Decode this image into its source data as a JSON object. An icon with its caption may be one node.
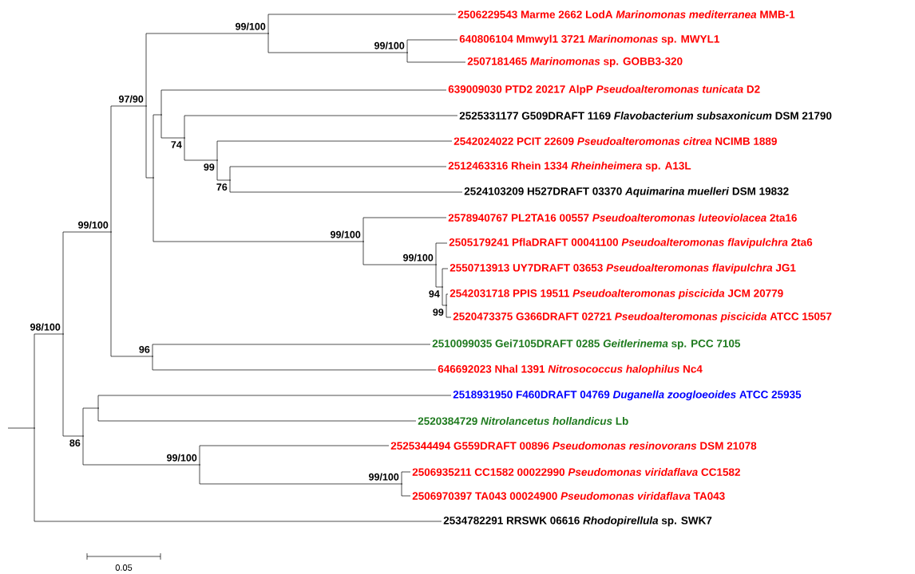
{
  "diagram": {
    "nodes": [
      {
        "text": [],
        "shape": "point"
      },
      {
        "text": [],
        "shape": "point",
        "beside": [
          "98/100"
        ]
      },
      {
        "text": [],
        "shape": "point",
        "beside": [
          "99/100"
        ]
      },
      {
        "text": [],
        "shape": "point",
        "beside": [
          "97/90"
        ]
      },
      {
        "text": [],
        "shape": "point",
        "beside": [
          "99/100"
        ]
      },
      {
        "text": [
          "2506229543 Marme 2662 LodA *Marinomonas mediterranea* MMB-1"
        ]
      },
      {
        "text": [],
        "shape": "point",
        "beside": [
          "99/100"
        ]
      },
      {
        "text": [
          "640806104 Mmwyl1 3721 *Marinomonas* sp. MWYL1"
        ]
      },
      {
        "text": [
          "2507181465 *Marinomonas* sp. GOBB3-320"
        ]
      },
      {
        "text": [],
        "shape": "point"
      },
      {
        "text": [],
        "shape": "point"
      },
      {
        "text": [
          "639009030 PTD2 20217 AlpP *Pseudoalteromonas tunicata* D2"
        ]
      },
      {
        "text": [],
        "shape": "point",
        "beside": [
          "74"
        ]
      },
      {
        "text": [
          "2525331177 G509DRAFT 1169 *Flavobacterium subsaxonicum* DSM 21790"
        ]
      },
      {
        "text": [],
        "shape": "point",
        "beside": [
          "99"
        ]
      },
      {
        "text": [
          "2542024022 PCIT 22609 *Pseudoalteromonas citrea* NCIMB 1889"
        ]
      },
      {
        "text": [],
        "shape": "point",
        "beside": [
          "76"
        ]
      },
      {
        "text": [
          "2512463316 Rhein 1334 *Rheinheimera* sp. A13L"
        ]
      },
      {
        "text": [
          "2524103209 H527DRAFT 03370 *Aquimarina muelleri* DSM 19832"
        ]
      },
      {
        "text": [],
        "shape": "point",
        "beside": [
          "99/100"
        ]
      },
      {
        "text": [
          "2578940767 PL2TA16 00557 *Pseudoalteromonas luteoviolacea* 2ta16"
        ]
      },
      {
        "text": [],
        "shape": "point",
        "beside": [
          "99/100"
        ]
      },
      {
        "text": [
          "2505179241 PflaDRAFT 00041100 *Pseudoalteromonas flavipulchra* 2ta6"
        ]
      },
      {
        "text": [],
        "shape": "point",
        "beside": [
          "94"
        ]
      },
      {
        "text": [
          "2550713913 UY7DRAFT 03653 *Pseudoalteromonas flavipulchra* JG1"
        ]
      },
      {
        "text": [],
        "shape": "point",
        "beside": [
          "99"
        ]
      },
      {
        "text": [
          "2542031718 PPIS 19511 *Pseudoalteromonas piscicida* JCM 20779"
        ]
      },
      {
        "text": [
          "2520473375 G366DRAFT 02721 *Pseudoalteromonas piscicida* ATCC 15057"
        ]
      },
      {
        "text": [],
        "shape": "point",
        "beside": [
          "96"
        ]
      },
      {
        "text": [
          "2510099035 Gei7105DRAFT 0285 *Geitlerinema* sp. PCC 7105"
        ]
      },
      {
        "text": [
          "646692023 Nhal 1391 *Nitrosococcus halophilus* Nc4"
        ]
      },
      {
        "text": [],
        "shape": "point",
        "beside": [
          "86"
        ]
      },
      {
        "text": [],
        "shape": "point"
      },
      {
        "text": [
          "2518931950 F460DRAFT 04769 *Duganella zoogloeoides* ATCC 25935"
        ]
      },
      {
        "text": [
          "2520384729 *Nitrolancetus hollandicus* Lb"
        ]
      },
      {
        "text": [],
        "shape": "point",
        "beside": [
          "99/100"
        ]
      },
      {
        "text": [
          "2525344494 G559DRAFT 00896 *Pseudomonas resinovorans* DSM 21078"
        ]
      },
      {
        "text": [],
        "shape": "point",
        "beside": [
          "99/100"
        ]
      },
      {
        "text": [
          "2506935211 CC1582 00022990 *Pseudomonas viridaflava* CC1582"
        ]
      },
      {
        "text": [
          "2506970397 TA043 00024900 *Pseudomonas viridaflava* TA043"
        ]
      },
      {
        "text": [
          "2534782291 RRSWK 06616 *Rhodopirellula* sp. SWK7"
        ]
      }
    ],
    "edges": [
      {
        "from": null,
        "to": 0,
        "arrow": "none"
      },
      {
        "from": 0,
        "to": 1,
        "arrow": "none"
      },
      {
        "from": 0,
        "to": 40,
        "arrow": "none"
      },
      {
        "from": 1,
        "to": 2,
        "arrow": "none"
      },
      {
        "from": 1,
        "to": 31,
        "arrow": "none"
      },
      {
        "from": 2,
        "to": 3,
        "arrow": "none"
      },
      {
        "from": 2,
        "to": 28,
        "arrow": "none"
      },
      {
        "from": 3,
        "to": 4,
        "arrow": "none"
      },
      {
        "from": 3,
        "to": 9,
        "arrow": "none"
      },
      {
        "from": 4,
        "to": 5,
        "arrow": "none"
      },
      {
        "from": 4,
        "to": 6,
        "arrow": "none"
      },
      {
        "from": 6,
        "to": 7,
        "arrow": "none"
      },
      {
        "from": 6,
        "to": 8,
        "arrow": "none"
      },
      {
        "from": 9,
        "to": 10,
        "arrow": "none"
      },
      {
        "from": 9,
        "to": 19,
        "arrow": "none"
      },
      {
        "from": 10,
        "to": 11,
        "arrow": "none"
      },
      {
        "from": 10,
        "to": 12,
        "arrow": "none"
      },
      {
        "from": 12,
        "to": 13,
        "arrow": "none"
      },
      {
        "from": 12,
        "to": 14,
        "arrow": "none"
      },
      {
        "from": 14,
        "to": 15,
        "arrow": "none"
      },
      {
        "from": 14,
        "to": 16,
        "arrow": "none"
      },
      {
        "from": 16,
        "to": 17,
        "arrow": "none"
      },
      {
        "from": 16,
        "to": 18,
        "arrow": "none"
      },
      {
        "from": 19,
        "to": 20,
        "arrow": "none"
      },
      {
        "from": 19,
        "to": 21,
        "arrow": "none"
      },
      {
        "from": 21,
        "to": 22,
        "arrow": "none"
      },
      {
        "from": 21,
        "to": 23,
        "arrow": "none"
      },
      {
        "from": 23,
        "to": 24,
        "arrow": "none"
      },
      {
        "from": 23,
        "to": 25,
        "arrow": "none"
      },
      {
        "from": 25,
        "to": 26,
        "arrow": "none"
      },
      {
        "from": 25,
        "to": 27,
        "arrow": "none"
      },
      {
        "from": 28,
        "to": 29,
        "arrow": "none"
      },
      {
        "from": 28,
        "to": 30,
        "arrow": "none"
      },
      {
        "from": 31,
        "to": 32,
        "arrow": "none"
      },
      {
        "from": 31,
        "to": 35,
        "arrow": "none"
      },
      {
        "from": 32,
        "to": 33,
        "arrow": "none"
      },
      {
        "from": 32,
        "to": 34,
        "arrow": "none"
      },
      {
        "from": 35,
        "to": 36,
        "arrow": "none"
      },
      {
        "from": 35,
        "to": 37,
        "arrow": "none"
      },
      {
        "from": 37,
        "to": 38,
        "arrow": "none"
      },
      {
        "from": 37,
        "to": 39,
        "arrow": "none"
      }
    ],
    "labels": [
      "0.05"
    ]
  }
}
